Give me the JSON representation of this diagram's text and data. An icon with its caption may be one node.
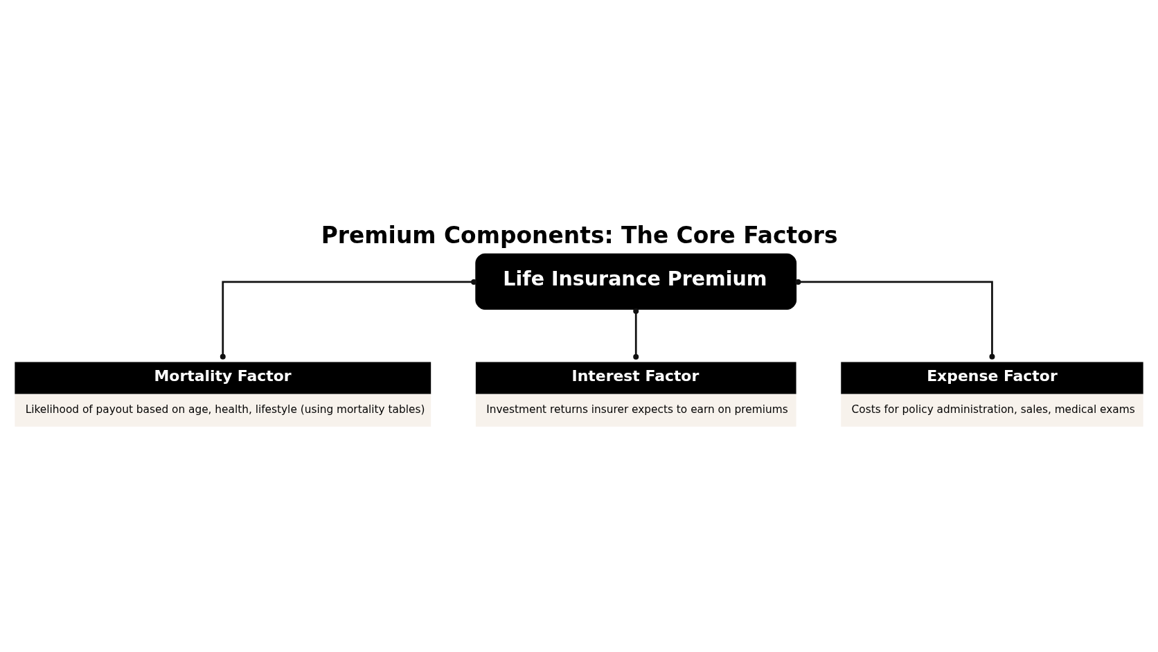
{
  "diagram": {
    "title": "Premium Components: The Core Factors",
    "nodes": [
      {
        "text": [
          "Life Insurance Premium"
        ]
      },
      {
        "text": [
          "Mortality Factor",
          "Likelihood of payout based on age, health, lifestyle (using mortality tables)"
        ]
      },
      {
        "text": [
          "Interest Factor",
          "Investment returns insurer expects to earn on premiums"
        ]
      },
      {
        "text": [
          "Expense Factor",
          "Costs for policy administration, sales, medical exams"
        ]
      }
    ],
    "edges": [
      {
        "from": 0,
        "to": 1,
        "arrow": "other"
      },
      {
        "from": 0,
        "to": 2,
        "arrow": "other"
      },
      {
        "from": 0,
        "to": 3,
        "arrow": "other"
      }
    ]
  }
}
